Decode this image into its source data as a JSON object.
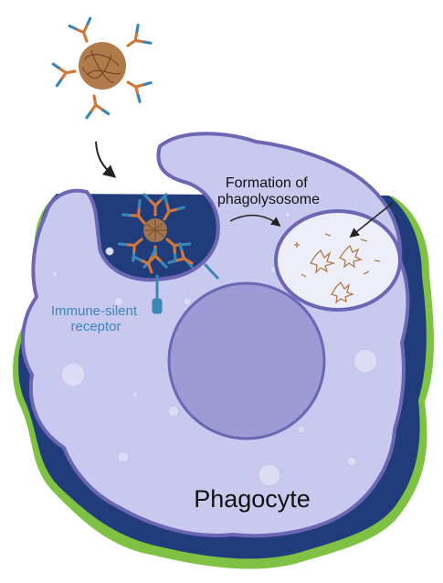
{
  "labels": {
    "phagolysosome": [
      "Formation of",
      "phagolysosome"
    ],
    "receptor": [
      "Immune-silent",
      "receptor"
    ],
    "cell": "Phagocyte"
  },
  "colors": {
    "cell_fill": "#c9c8ee",
    "cell_outline": "#6c66b4",
    "nucleus": "#9d9ad6",
    "shadow_navy": "#213c7a",
    "shadow_green": "#7fc243",
    "antibody_orange": "#d2773a",
    "antibody_blue": "#3a86b6",
    "particle": "#b07a4a",
    "receptor_text": "#3a86b6"
  },
  "icons": [
    "antibody-icon",
    "particle-icon",
    "receptor-icon",
    "arrow-icon"
  ]
}
